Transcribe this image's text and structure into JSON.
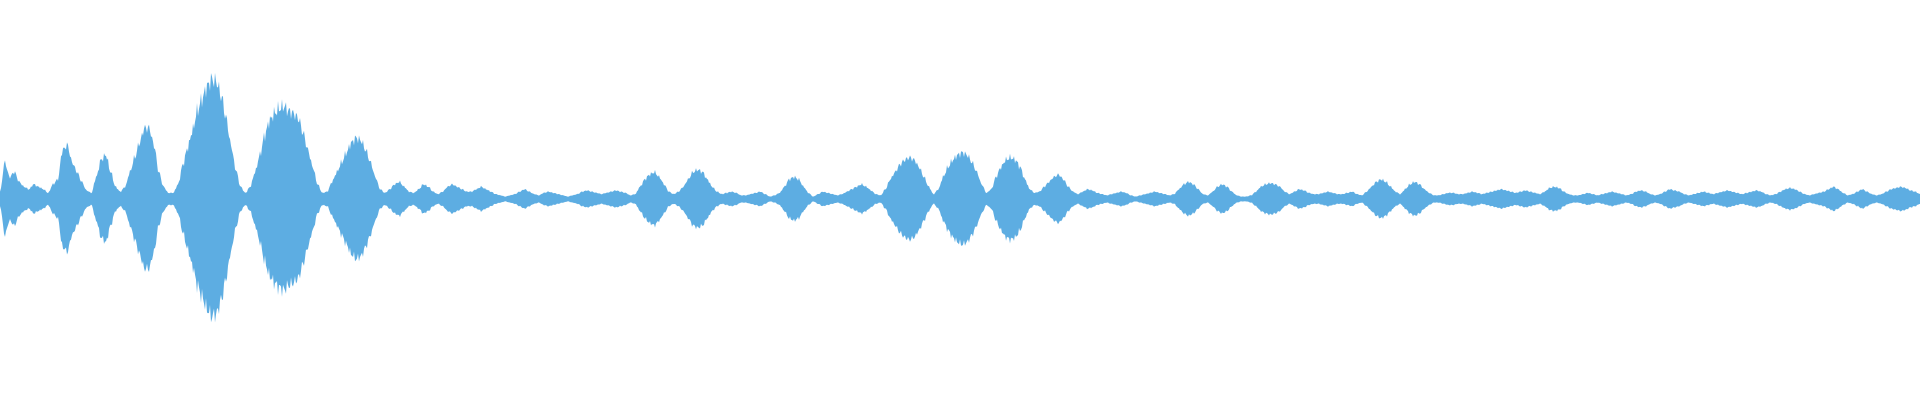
{
  "waveform": {
    "color": "#5dade2",
    "background": "#ffffff",
    "peaks": [
      0.06,
      0.3,
      0.18,
      0.22,
      0.14,
      0.1,
      0.08,
      0.12,
      0.1,
      0.08,
      0.05,
      0.12,
      0.16,
      0.4,
      0.44,
      0.3,
      0.22,
      0.14,
      0.07,
      0.05,
      0.18,
      0.32,
      0.36,
      0.22,
      0.1,
      0.06,
      0.1,
      0.22,
      0.34,
      0.46,
      0.58,
      0.58,
      0.44,
      0.22,
      0.1,
      0.05,
      0.05,
      0.12,
      0.28,
      0.42,
      0.56,
      0.72,
      0.82,
      0.92,
      0.98,
      0.96,
      0.84,
      0.66,
      0.44,
      0.24,
      0.1,
      0.05,
      0.1,
      0.22,
      0.36,
      0.52,
      0.64,
      0.7,
      0.74,
      0.76,
      0.72,
      0.7,
      0.66,
      0.54,
      0.4,
      0.26,
      0.12,
      0.05,
      0.06,
      0.14,
      0.22,
      0.3,
      0.38,
      0.46,
      0.5,
      0.48,
      0.4,
      0.3,
      0.18,
      0.08,
      0.05,
      0.08,
      0.12,
      0.14,
      0.1,
      0.06,
      0.05,
      0.08,
      0.12,
      0.1,
      0.06,
      0.04,
      0.06,
      0.1,
      0.12,
      0.1,
      0.08,
      0.06,
      0.06,
      0.08,
      0.1,
      0.08,
      0.06,
      0.04,
      0.03,
      0.02,
      0.03,
      0.04,
      0.06,
      0.08,
      0.06,
      0.04,
      0.03,
      0.05,
      0.06,
      0.05,
      0.04,
      0.03,
      0.02,
      0.03,
      0.04,
      0.06,
      0.07,
      0.06,
      0.05,
      0.04,
      0.05,
      0.06,
      0.07,
      0.06,
      0.05,
      0.03,
      0.04,
      0.1,
      0.16,
      0.2,
      0.22,
      0.18,
      0.12,
      0.06,
      0.04,
      0.06,
      0.1,
      0.16,
      0.22,
      0.24,
      0.22,
      0.16,
      0.1,
      0.06,
      0.04,
      0.05,
      0.06,
      0.05,
      0.03,
      0.03,
      0.04,
      0.05,
      0.06,
      0.04,
      0.02,
      0.03,
      0.05,
      0.1,
      0.16,
      0.18,
      0.16,
      0.1,
      0.05,
      0.02,
      0.04,
      0.06,
      0.05,
      0.04,
      0.03,
      0.04,
      0.06,
      0.08,
      0.1,
      0.12,
      0.1,
      0.07,
      0.04,
      0.03,
      0.08,
      0.16,
      0.22,
      0.28,
      0.32,
      0.34,
      0.32,
      0.26,
      0.18,
      0.1,
      0.04,
      0.08,
      0.18,
      0.26,
      0.32,
      0.36,
      0.38,
      0.36,
      0.3,
      0.22,
      0.12,
      0.05,
      0.08,
      0.18,
      0.26,
      0.32,
      0.34,
      0.32,
      0.26,
      0.16,
      0.08,
      0.05,
      0.06,
      0.1,
      0.14,
      0.18,
      0.2,
      0.16,
      0.1,
      0.06,
      0.04,
      0.06,
      0.08,
      0.07,
      0.05,
      0.04,
      0.03,
      0.04,
      0.05,
      0.06,
      0.05,
      0.03,
      0.02,
      0.03,
      0.04,
      0.05,
      0.06,
      0.05,
      0.04,
      0.03,
      0.04,
      0.08,
      0.12,
      0.14,
      0.12,
      0.08,
      0.04,
      0.03,
      0.06,
      0.1,
      0.12,
      0.1,
      0.06,
      0.03,
      0.02,
      0.02,
      0.03,
      0.06,
      0.1,
      0.12,
      0.13,
      0.12,
      0.1,
      0.06,
      0.04,
      0.06,
      0.08,
      0.07,
      0.05,
      0.04,
      0.04,
      0.05,
      0.06,
      0.05,
      0.04,
      0.04,
      0.05,
      0.06,
      0.04,
      0.03,
      0.06,
      0.1,
      0.14,
      0.16,
      0.14,
      0.1,
      0.06,
      0.04,
      0.08,
      0.12,
      0.14,
      0.12,
      0.08,
      0.05,
      0.03,
      0.03,
      0.04,
      0.05,
      0.05,
      0.04,
      0.04,
      0.05,
      0.06,
      0.05,
      0.04,
      0.05,
      0.06,
      0.07,
      0.08,
      0.07,
      0.06,
      0.05,
      0.06,
      0.07,
      0.06,
      0.05,
      0.04,
      0.06,
      0.09,
      0.1,
      0.09,
      0.06,
      0.04,
      0.03,
      0.03,
      0.04,
      0.05,
      0.04,
      0.03,
      0.04,
      0.05,
      0.06,
      0.05,
      0.04,
      0.03,
      0.04,
      0.06,
      0.07,
      0.06,
      0.04,
      0.03,
      0.04,
      0.06,
      0.08,
      0.07,
      0.06,
      0.04,
      0.03,
      0.04,
      0.05,
      0.06,
      0.05,
      0.04,
      0.05,
      0.06,
      0.07,
      0.06,
      0.05,
      0.04,
      0.05,
      0.06,
      0.07,
      0.06,
      0.04,
      0.03,
      0.04,
      0.06,
      0.08,
      0.09,
      0.08,
      0.06,
      0.04,
      0.03,
      0.04,
      0.05,
      0.06,
      0.08,
      0.1,
      0.08,
      0.05,
      0.03,
      0.04,
      0.06,
      0.08,
      0.06,
      0.04,
      0.03,
      0.04,
      0.06,
      0.08,
      0.09,
      0.1,
      0.09,
      0.07,
      0.06,
      0.04
    ]
  }
}
